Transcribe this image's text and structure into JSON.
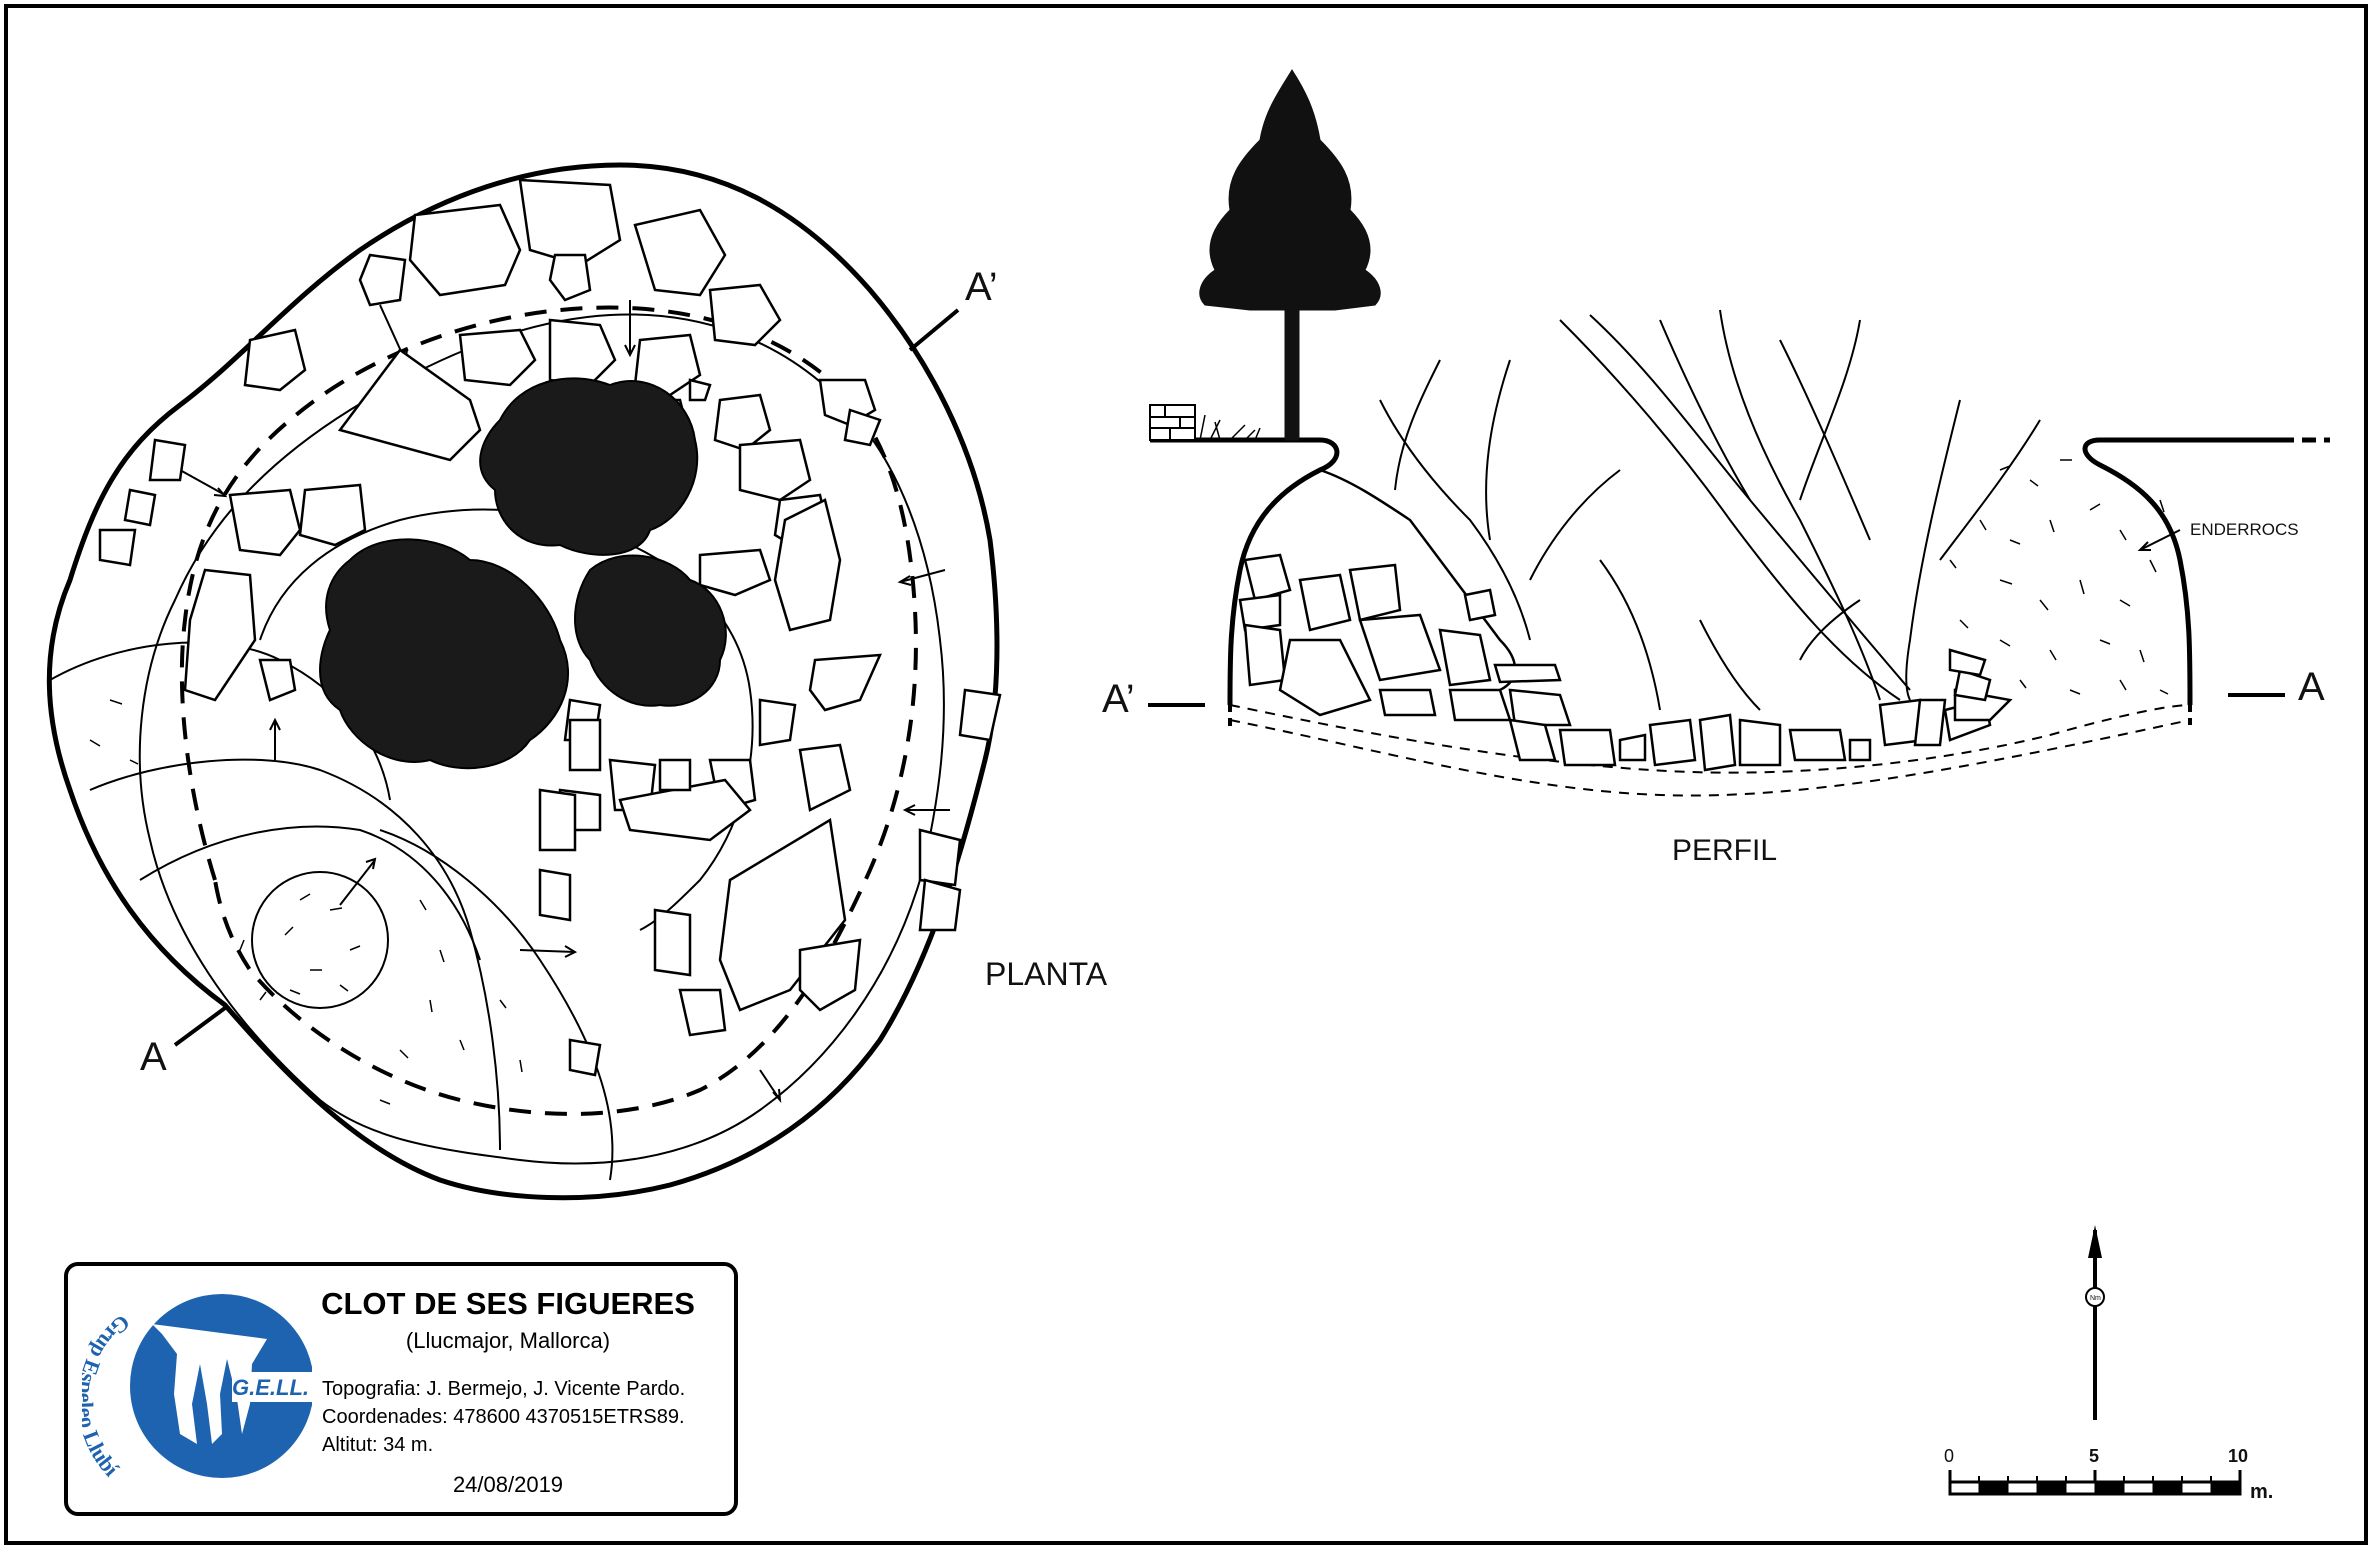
{
  "labels": {
    "planta": "PLANTA",
    "perfil": "PERFIL",
    "enderrocs": "ENDERROCS",
    "section_a": "A",
    "section_a_prime": "A’"
  },
  "title_block": {
    "title": "CLOT DE SES FIGUERES",
    "subtitle": "(Llucmajor, Mallorca)",
    "topografia": "Topografia: J. Bermejo, J. Vicente Pardo.",
    "coordenades": "Coordenades:  478600 4370515ETRS89.",
    "altitut": "Altitut:  34 m.",
    "date": "24/08/2019"
  },
  "logo": {
    "name": "G.E.LL.",
    "ring_text": "Grup Espeleo Llubí",
    "color": "#1d63b0"
  },
  "scale": {
    "tick_0": "0",
    "tick_5": "5",
    "tick_10": "10",
    "unit": "m."
  },
  "north_arrow": {
    "label": "Nm"
  },
  "colors": {
    "ink": "#000000",
    "logo_blue": "#1d63b0",
    "vegetation": "#1a1a1a"
  }
}
